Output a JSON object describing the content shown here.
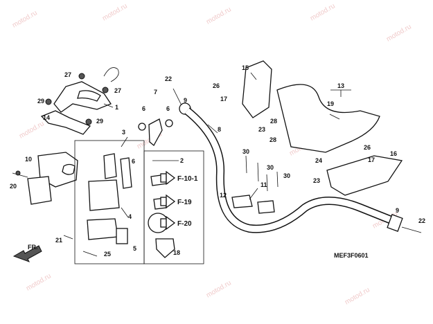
{
  "watermark": "motod.ru",
  "diagram_code": "MEF3F0601",
  "direction_label": "FR.",
  "callouts": [
    {
      "id": "c1",
      "text": "1"
    },
    {
      "id": "c2",
      "text": "2"
    },
    {
      "id": "c3",
      "text": "3"
    },
    {
      "id": "c4",
      "text": "4"
    },
    {
      "id": "c5",
      "text": "5"
    },
    {
      "id": "c6a",
      "text": "6"
    },
    {
      "id": "c6b",
      "text": "6"
    },
    {
      "id": "c6c",
      "text": "6"
    },
    {
      "id": "c7",
      "text": "7"
    },
    {
      "id": "c8",
      "text": "8"
    },
    {
      "id": "c9a",
      "text": "9"
    },
    {
      "id": "c9b",
      "text": "9"
    },
    {
      "id": "c10",
      "text": "10"
    },
    {
      "id": "c11",
      "text": "11"
    },
    {
      "id": "c12",
      "text": "12"
    },
    {
      "id": "c13",
      "text": "13"
    },
    {
      "id": "c14",
      "text": "14"
    },
    {
      "id": "c15",
      "text": "15"
    },
    {
      "id": "c16",
      "text": "16"
    },
    {
      "id": "c17a",
      "text": "17"
    },
    {
      "id": "c17b",
      "text": "17"
    },
    {
      "id": "c18",
      "text": "18"
    },
    {
      "id": "c19",
      "text": "19"
    },
    {
      "id": "c20",
      "text": "20"
    },
    {
      "id": "c21",
      "text": "21"
    },
    {
      "id": "c22a",
      "text": "22"
    },
    {
      "id": "c22b",
      "text": "22"
    },
    {
      "id": "c23a",
      "text": "23"
    },
    {
      "id": "c23b",
      "text": "23"
    },
    {
      "id": "c24",
      "text": "24"
    },
    {
      "id": "c25",
      "text": "25"
    },
    {
      "id": "c26a",
      "text": "26"
    },
    {
      "id": "c26b",
      "text": "26"
    },
    {
      "id": "c27a",
      "text": "27"
    },
    {
      "id": "c27b",
      "text": "27"
    },
    {
      "id": "c28a",
      "text": "28"
    },
    {
      "id": "c28b",
      "text": "28"
    },
    {
      "id": "c29a",
      "text": "29"
    },
    {
      "id": "c29b",
      "text": "29"
    },
    {
      "id": "c30a",
      "text": "30"
    },
    {
      "id": "c30b",
      "text": "30"
    },
    {
      "id": "c30c",
      "text": "30"
    }
  ],
  "references": [
    {
      "id": "r1",
      "text": "F-10-1"
    },
    {
      "id": "r2",
      "text": "F-19"
    },
    {
      "id": "r3",
      "text": "F-20"
    }
  ]
}
